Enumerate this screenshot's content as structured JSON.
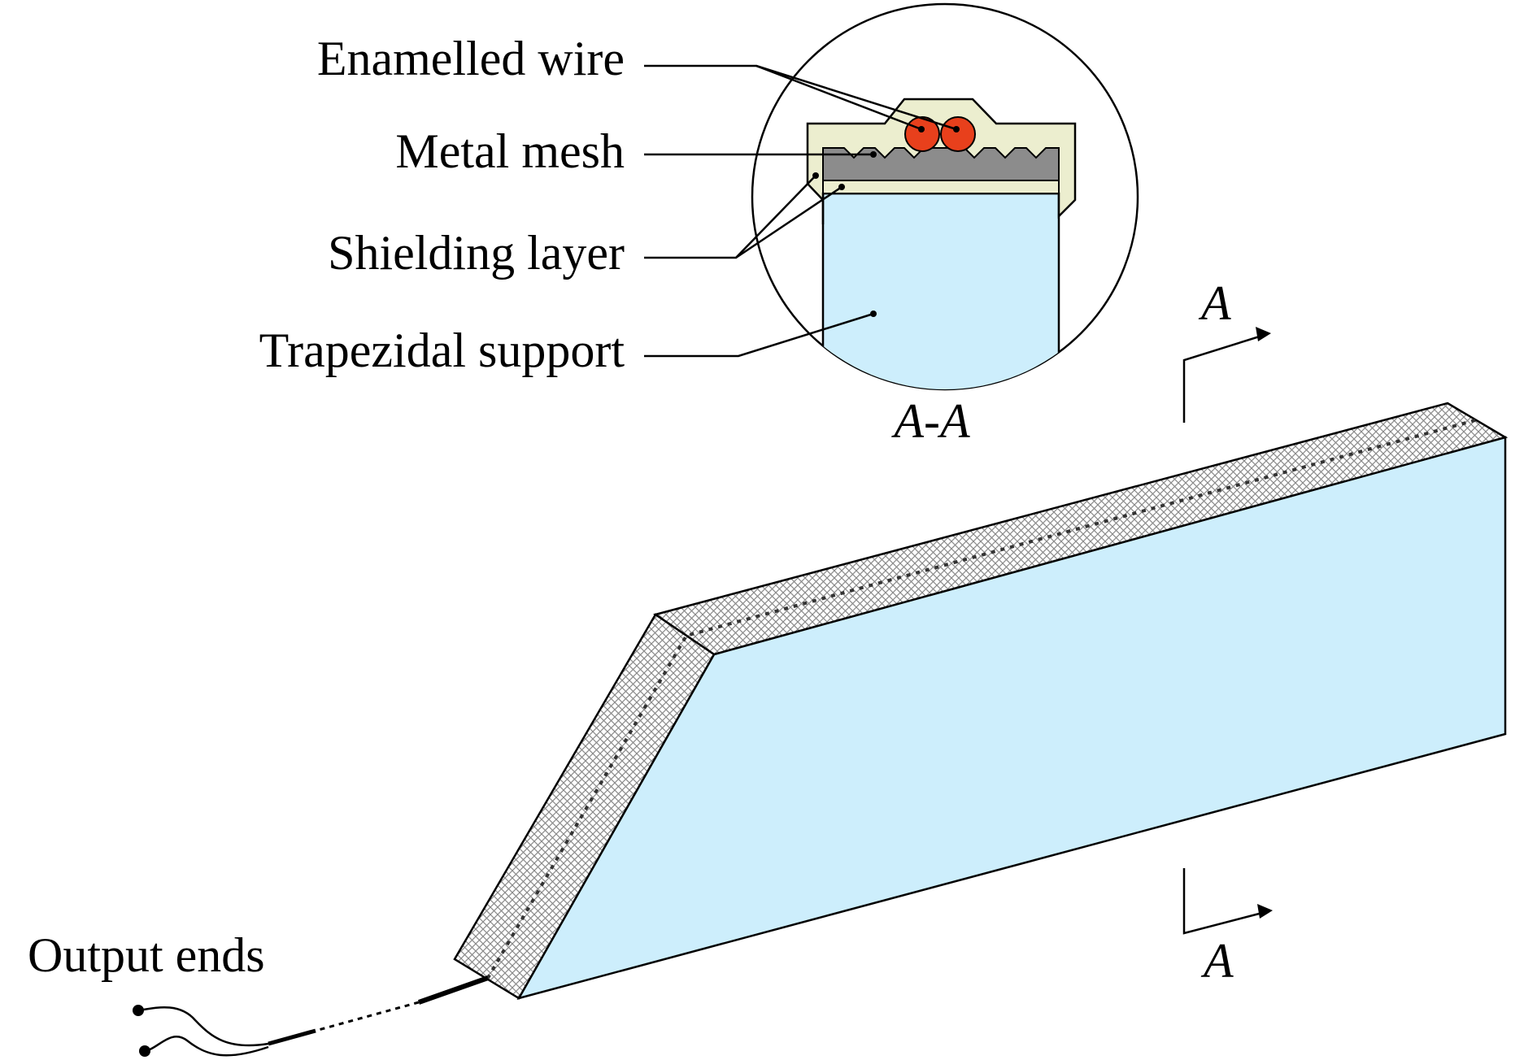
{
  "labels": {
    "enamelled_wire": "Enamelled wire",
    "metal_mesh": "Metal mesh",
    "shielding_layer": "Shielding layer",
    "trapezoidal_support": "Trapezidal support",
    "section_caption": "A-A",
    "section_marker_top": "A",
    "section_marker_bottom": "A",
    "output_ends": "Output ends"
  },
  "colors": {
    "support_fill": "#cdeefc",
    "shield_fill": "#eceecf",
    "mesh_fill": "#8c8c8c",
    "wire_fill": "#e8401c",
    "hatch_background": "#ffffff",
    "hatch_line": "#8a8a8a",
    "line": "#000000"
  }
}
